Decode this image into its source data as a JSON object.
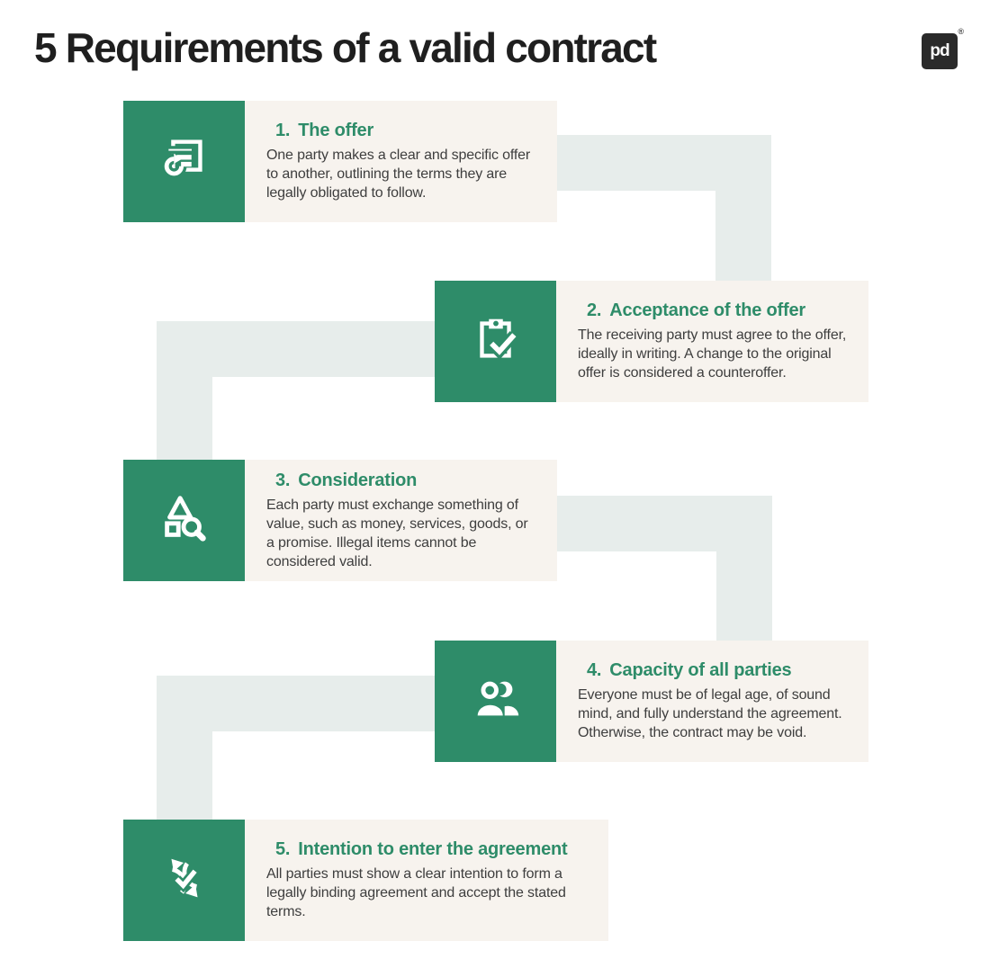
{
  "header": {
    "title": "5 Requirements of a valid contract",
    "logo_text": "pd",
    "logo_registered_mark": "®",
    "logo_name": "pandadoc-logo"
  },
  "steps": [
    {
      "number": "1.",
      "title": "The offer",
      "body": "One party makes a clear and specific offer to another, outlining the terms they are legally obligated to follow.",
      "icon": "offer-document-return-icon"
    },
    {
      "number": "2.",
      "title": "Acceptance of the offer",
      "body": "The receiving party must agree to the offer, ideally in writing. A change to the original offer is considered a counteroffer.",
      "icon": "clipboard-check-icon"
    },
    {
      "number": "3.",
      "title": "Consideration",
      "body": "Each party must exchange something of value, such as money, services, goods, or a promise. Illegal items cannot be considered valid.",
      "icon": "shapes-magnifier-icon"
    },
    {
      "number": "4.",
      "title": "Capacity of all parties",
      "body": "Everyone must be of legal age, of sound mind, and fully understand the agreement. Otherwise, the contract may be void.",
      "icon": "two-people-icon"
    },
    {
      "number": "5.",
      "title": "Intention to enter the agreement",
      "body": "All parties must show a clear intention to form a legally binding agreement and accept the stated terms.",
      "icon": "sync-check-icon"
    }
  ],
  "colors": {
    "accent_green": "#2E8C69",
    "panel_beige": "#F7F3EE",
    "connector_gray_green": "#E7EDEB",
    "title_text": "#1F1F1F",
    "body_text": "#3E3E3E",
    "logo_background": "#2A2A2A"
  }
}
